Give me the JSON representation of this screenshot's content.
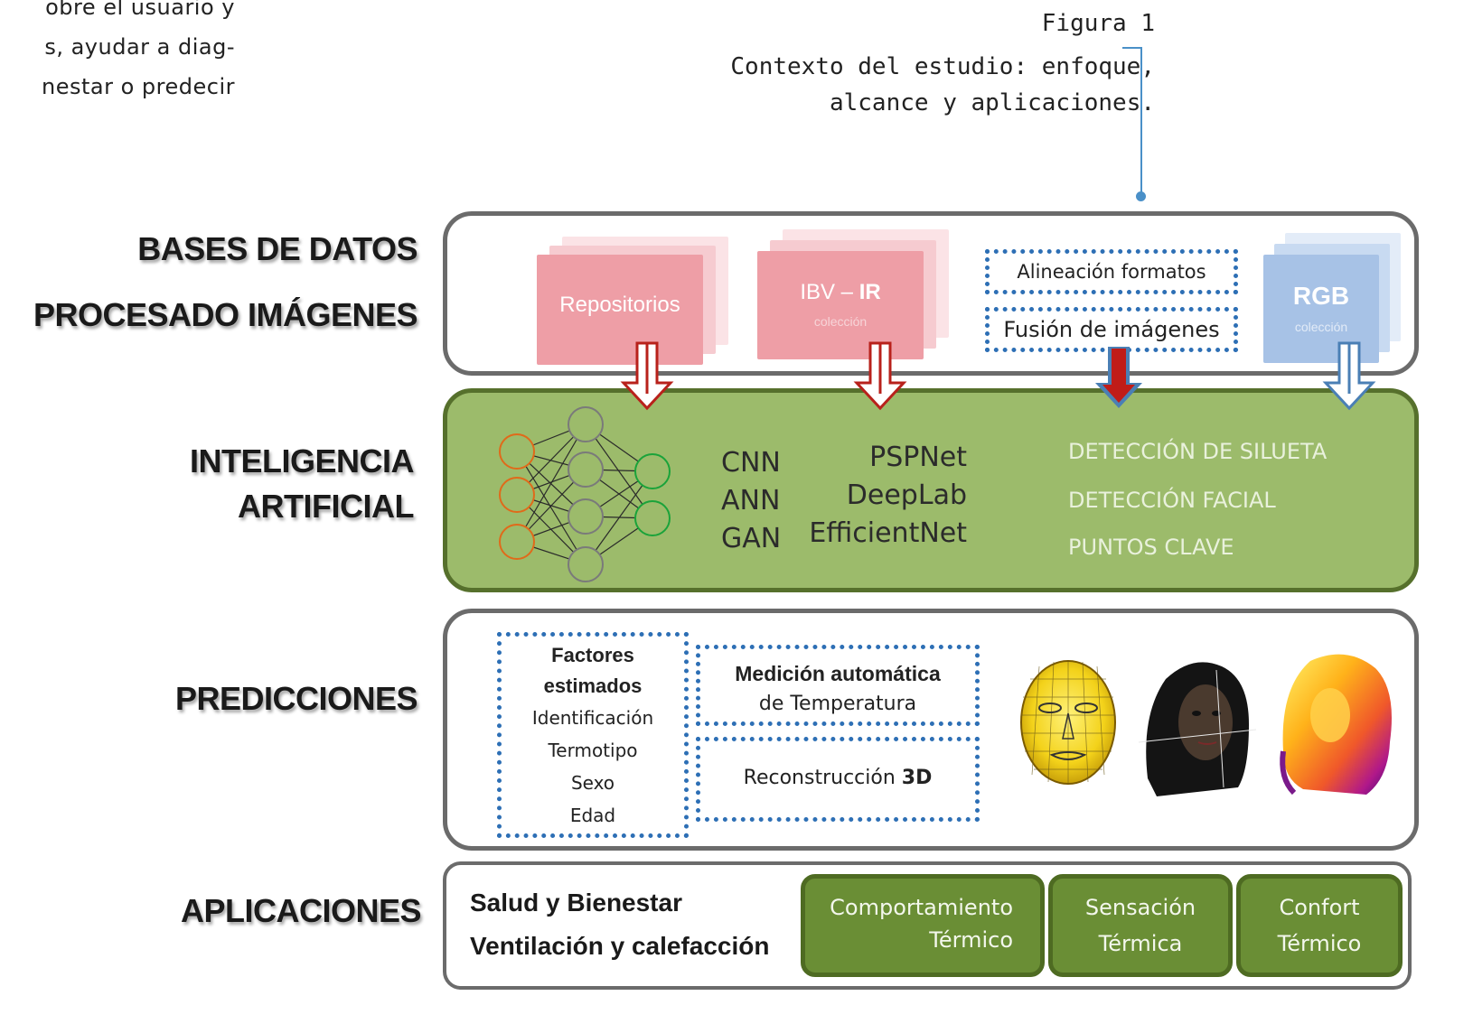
{
  "body_text": [
    "obre el usuario y",
    "s, ayudar a diag-",
    "nestar o predecir"
  ],
  "caption": {
    "figure": "Figura 1",
    "line1": "Contexto del estudio: enfoque,",
    "line2": "alcance y aplicaciones."
  },
  "row_labels": {
    "bases": "BASES DE DATOS",
    "procesado": "PROCESADO IMÁGENES",
    "ia1": "INTELIGENCIA",
    "ia2": "ARTIFICIAL",
    "predicciones": "PREDICCIONES",
    "aplicaciones": "APLICACIONES"
  },
  "databases": {
    "repositorios": "Repositorios",
    "ibv_title_a": "IBV – ",
    "ibv_title_b": "IR",
    "ibv_sub": "colección",
    "alineacion": "Alineación formatos",
    "fusion": "Fusión de imágenes",
    "rgb_title": "RGB",
    "rgb_sub": "colección"
  },
  "ai": {
    "models_left": [
      "CNN",
      "ANN",
      "GAN"
    ],
    "models_right": [
      "PSPNet",
      "DeepLab",
      "EfficientNet"
    ],
    "detections": [
      "DETECCIÓN DE SILUETA",
      "DETECCIÓN FACIAL",
      "PUNTOS CLAVE"
    ]
  },
  "predictions": {
    "factores_title1": "Factores",
    "factores_title2": "estimados",
    "factores_items": [
      "Identificación",
      "Termotipo",
      "Sexo",
      "Edad"
    ],
    "medicion1": "Medición  automática",
    "medicion2": "de Temperatura",
    "recon_a": "Reconstrucción ",
    "recon_b": "3D"
  },
  "applications": {
    "line1": "Salud y Bienestar",
    "line2": "Ventilación y calefacción",
    "boxes": [
      {
        "l1": "Comportamiento",
        "l2": "Térmico"
      },
      {
        "l1": "Sensación",
        "l2": "Térmica"
      },
      {
        "l1": "Confort",
        "l2": "Térmico"
      }
    ]
  },
  "colors": {
    "ai_fill": "#9cbb6b",
    "app_fill": "#6a8e35",
    "dotted_border": "#2d6fb5",
    "red_arrow": "#b8211b",
    "blue_arrow": "#4a7fb5"
  }
}
